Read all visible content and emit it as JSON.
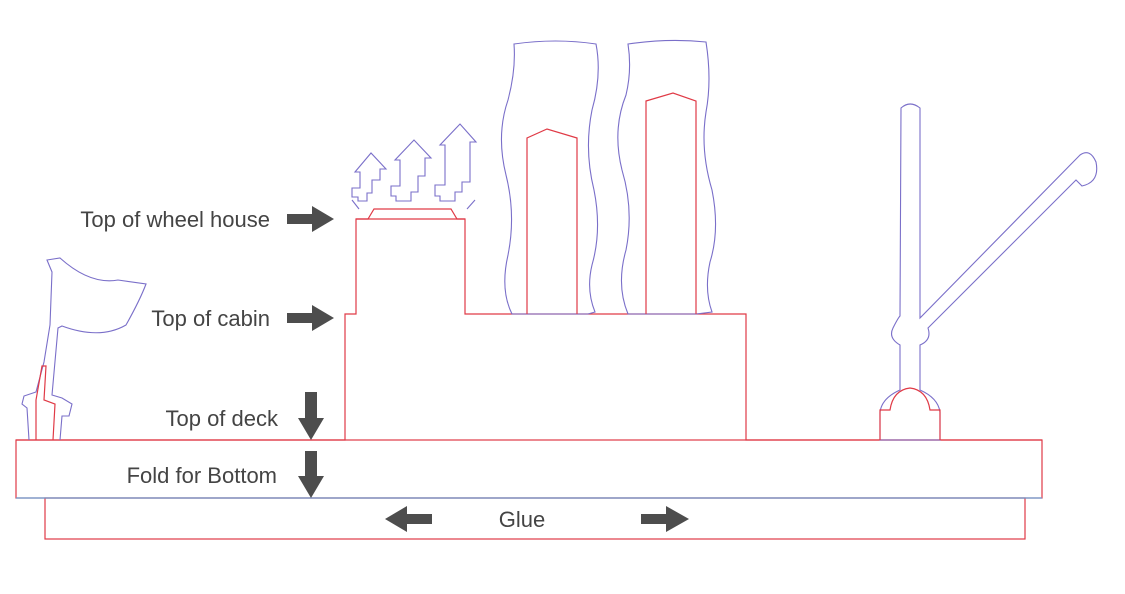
{
  "labels": {
    "wheel_house": "Top of wheel house",
    "cabin": "Top of cabin",
    "deck": "Top of deck",
    "fold_bottom": "Fold for Bottom",
    "glue": "Glue"
  },
  "colors": {
    "cut_line": "#e03a46",
    "score_line": "#7a6fc9",
    "fold_line": "#6b9bd1",
    "arrow": "#4d4d4d",
    "text": "#444444"
  }
}
